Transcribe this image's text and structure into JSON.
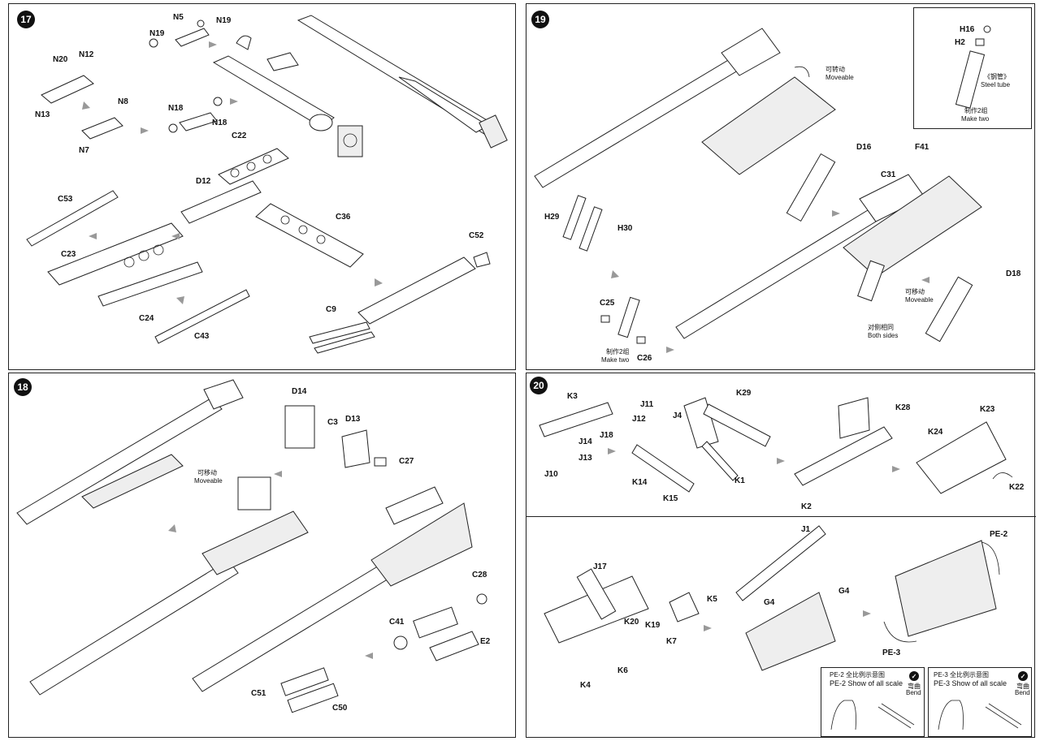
{
  "steps": {
    "s17": {
      "number": "17",
      "labels": [
        "N5",
        "N19",
        "N19",
        "N20",
        "N12",
        "N13",
        "N8",
        "N7",
        "N18",
        "N18",
        "C22",
        "D12",
        "C53",
        "C23",
        "C36",
        "C52",
        "C24",
        "C43",
        "C9"
      ]
    },
    "s18": {
      "number": "18",
      "moveable_cn": "可移动",
      "moveable": "Moveable",
      "labels": [
        "D14",
        "C3",
        "D13",
        "C27",
        "C28",
        "C41",
        "E2",
        "C51",
        "C50"
      ]
    },
    "s19": {
      "number": "19",
      "moveable_cn_1": "可转动",
      "moveable_1": "Moveable",
      "moveable_cn_2": "可移动",
      "moveable_2": "Moveable",
      "both_sides_cn": "对侧相同",
      "both_sides": "Both sides",
      "make_two_cn": "制作2组",
      "make_two": "Make two",
      "labels": [
        "D16",
        "F41",
        "C31",
        "H29",
        "H30",
        "C25",
        "C26",
        "D18"
      ],
      "inset": {
        "labels": [
          "H16",
          "H2"
        ],
        "steel_tube_cn": "《钢管》",
        "steel_tube": "Steel tube",
        "make_two_cn": "制作2组",
        "make_two": "Make two"
      }
    },
    "s20": {
      "number": "20",
      "labels_top": [
        "K3",
        "J11",
        "J12",
        "J18",
        "J14",
        "J13",
        "J10",
        "K29",
        "J4",
        "K1",
        "K14",
        "K15",
        "K28",
        "K2",
        "K23",
        "K24",
        "K22"
      ],
      "labels_bottom": [
        "J1",
        "J17",
        "K5",
        "G4",
        "G4",
        "K20",
        "K19",
        "K7",
        "K6",
        "K4",
        "PE-2",
        "PE-3"
      ],
      "pe2_box": {
        "title_cn": "PE-2 全比例示意图",
        "title": "PE-2 Show of all scale",
        "bend_cn": "弯曲",
        "bend": "Bend"
      },
      "pe3_box": {
        "title_cn": "PE-3 全比例示意图",
        "title": "PE-3 Show of all scale",
        "bend_cn": "弯曲",
        "bend": "Bend"
      }
    }
  }
}
